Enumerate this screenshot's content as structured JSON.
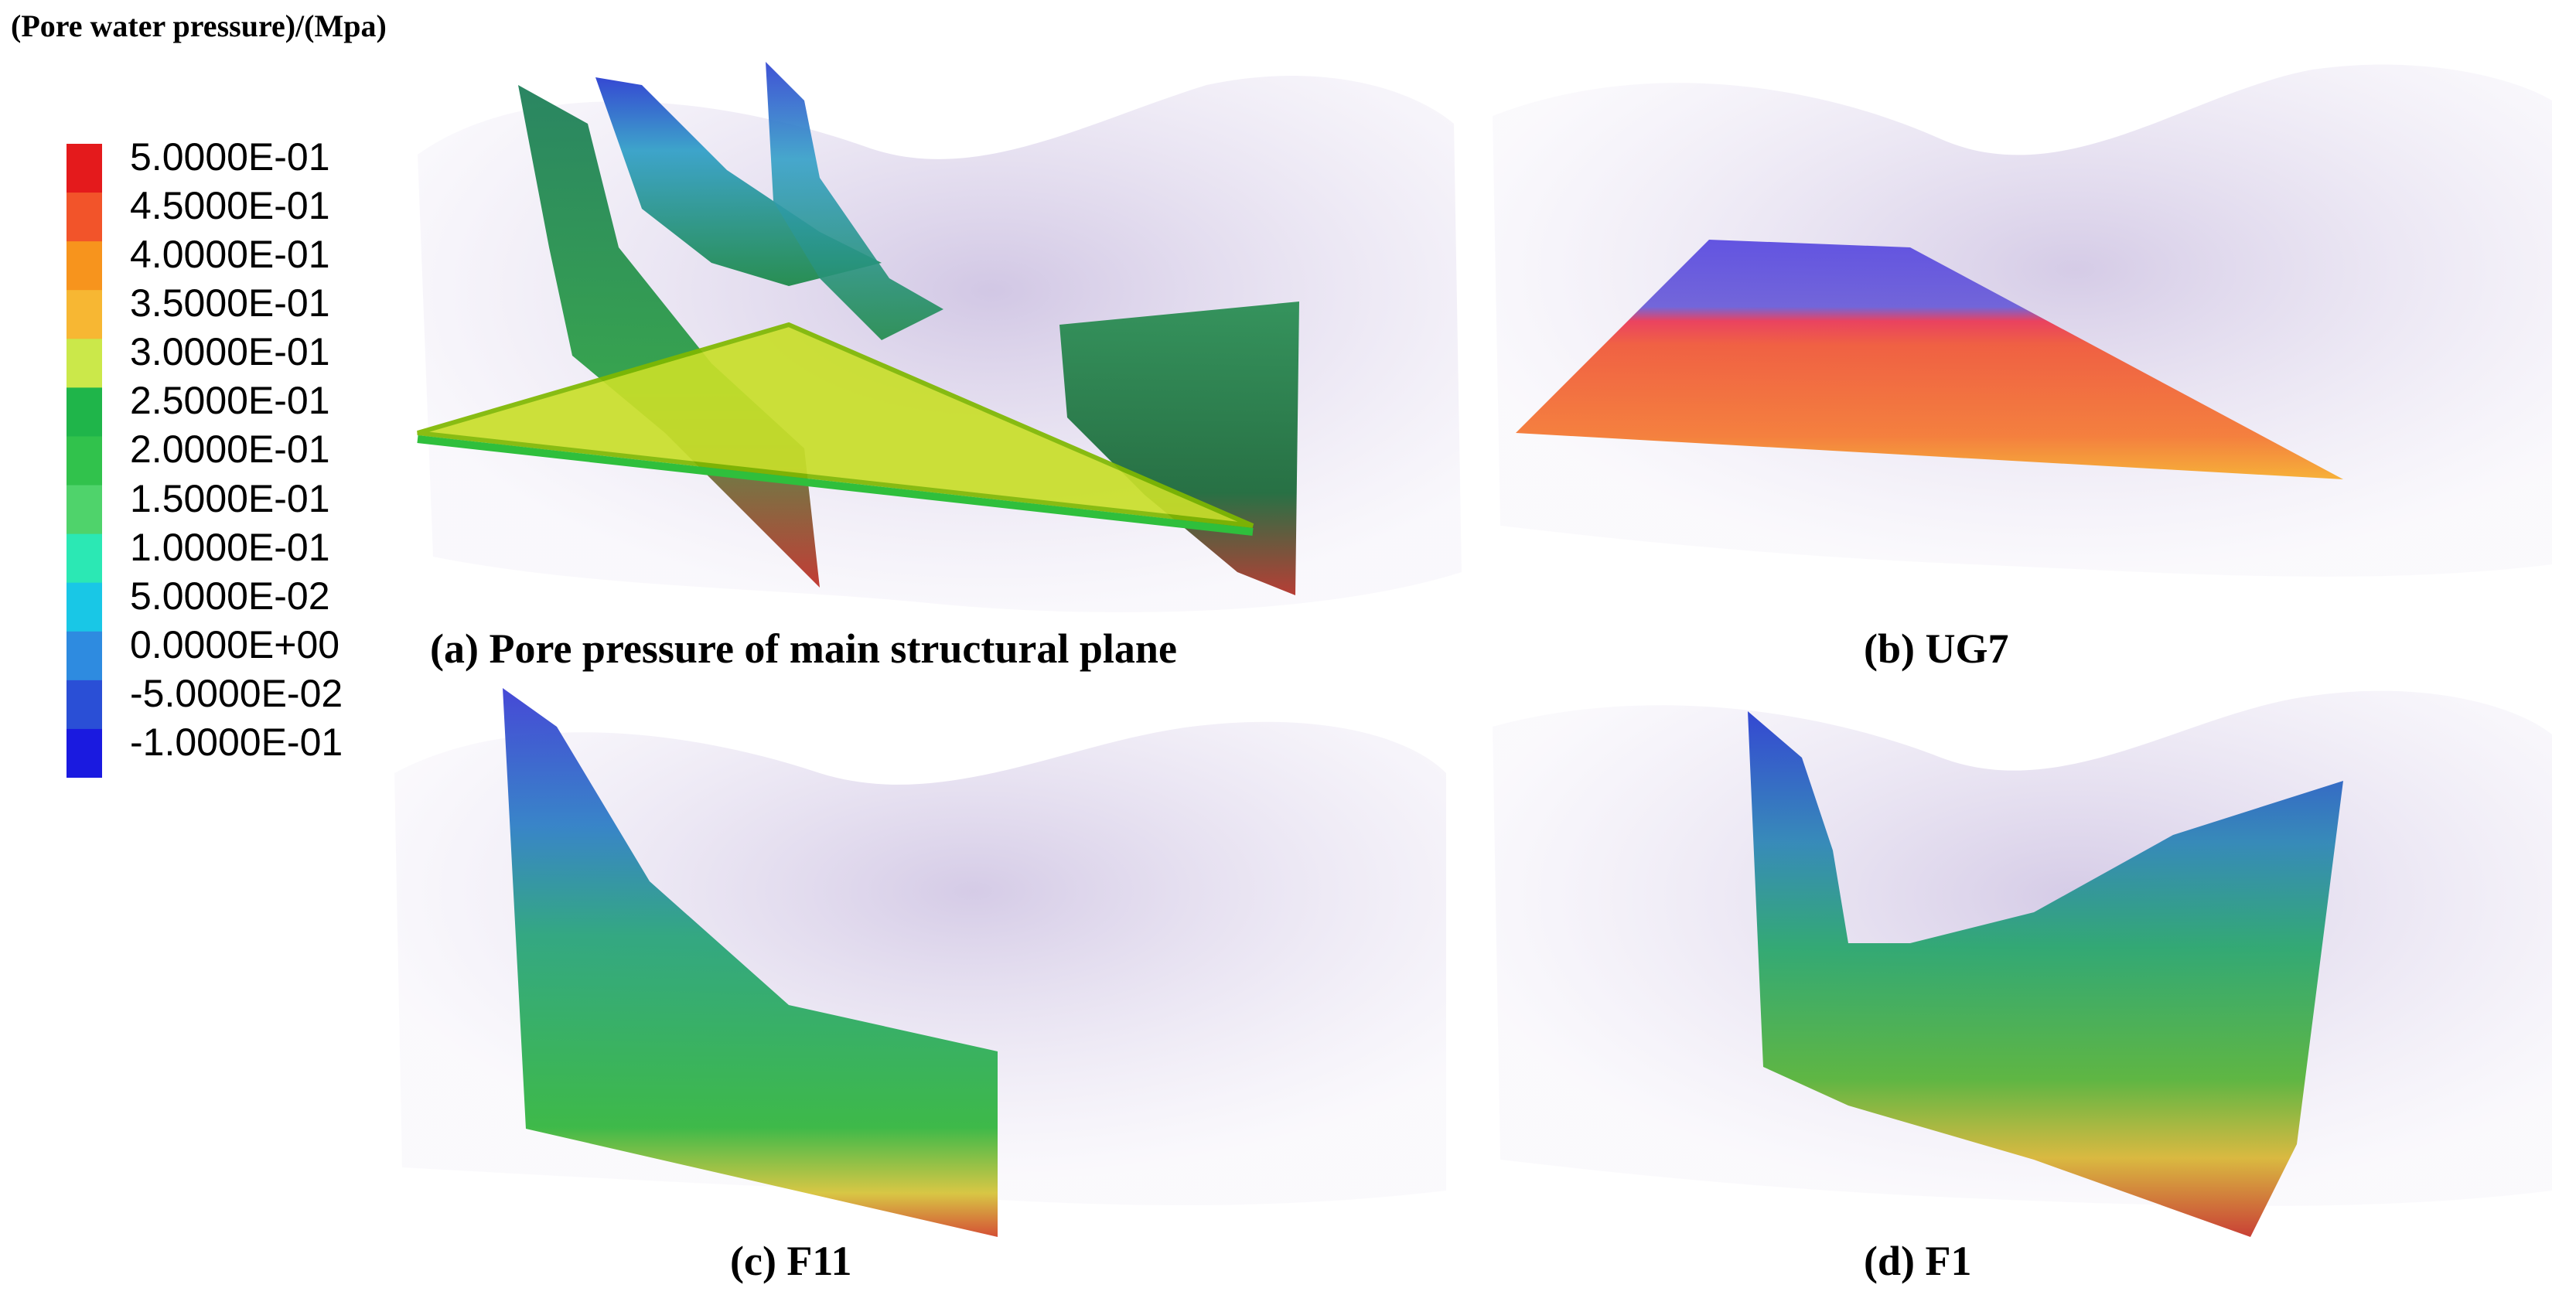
{
  "legend": {
    "title": "(Pore water pressure)/(Mpa)",
    "ticks": [
      "5.0000E-01",
      "4.5000E-01",
      "4.0000E-01",
      "3.5000E-01",
      "3.0000E-01",
      "2.5000E-01",
      "2.0000E-01",
      "1.5000E-01",
      "1.0000E-01",
      "5.0000E-02",
      "0.0000E+00",
      "-5.0000E-02",
      "-1.0000E-01"
    ],
    "colors": [
      "#e41a1c",
      "#f2542a",
      "#f7941d",
      "#f7b733",
      "#cbe84a",
      "#1fb54a",
      "#31c24c",
      "#4fd36b",
      "#2be8b4",
      "#19c7e6",
      "#2e8be0",
      "#2a4fd6",
      "#1a1ae0"
    ]
  },
  "panels": {
    "a": {
      "caption": "(a) Pore pressure of main structural plane"
    },
    "b": {
      "caption": "(b)    UG7"
    },
    "c": {
      "caption": "(c)     F11"
    },
    "d": {
      "caption": "(d)    F1"
    }
  }
}
